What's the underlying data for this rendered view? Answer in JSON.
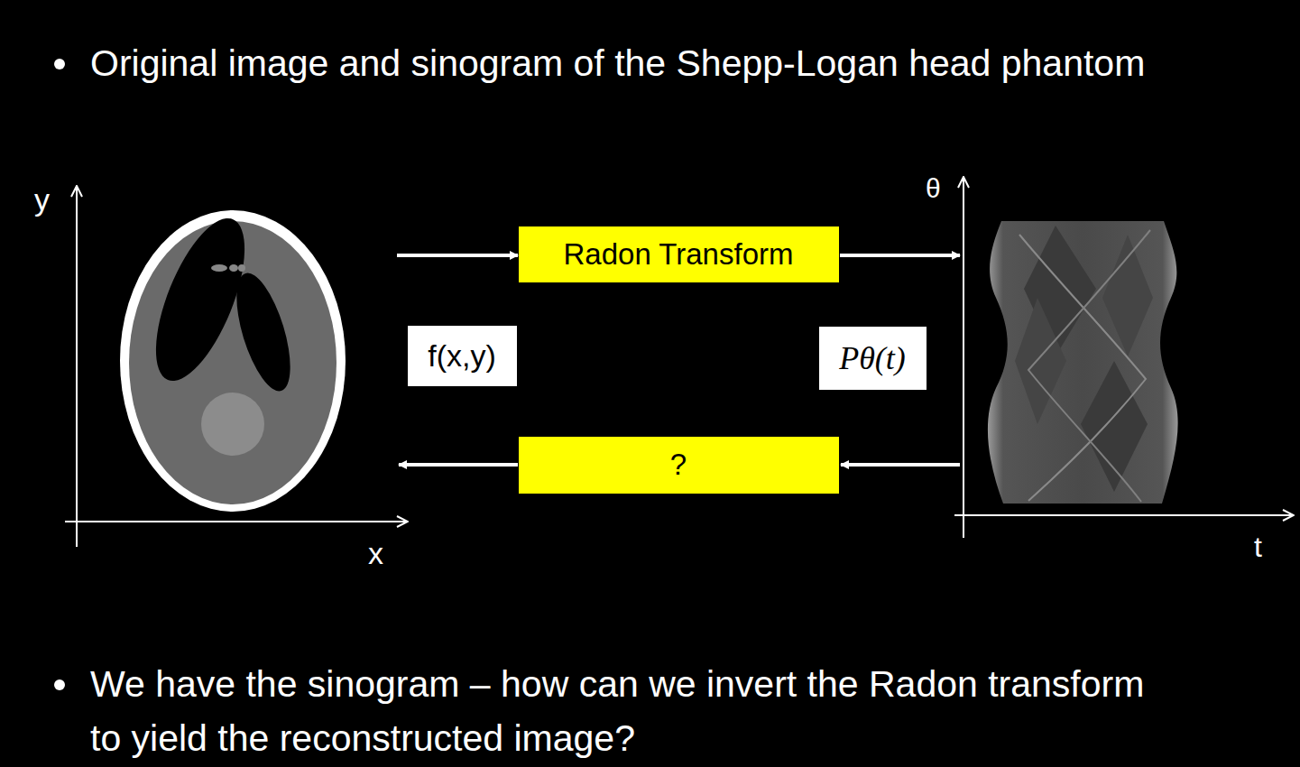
{
  "diagram": {
    "title": "Original image and sinogram of the Shepp-Logan head phantom",
    "caption": "We have the sinogram – how can we invert the Radon transform to yield the reconstructed image?",
    "nodes": [
      {
        "text": [
          "Radon Transform"
        ]
      },
      {
        "text": [
          "f(x,y)"
        ]
      },
      {
        "text": [
          "Pθ(t)"
        ]
      },
      {
        "text": [
          "?"
        ]
      }
    ],
    "labels": [
      "y",
      "x",
      "θ",
      "t"
    ]
  }
}
